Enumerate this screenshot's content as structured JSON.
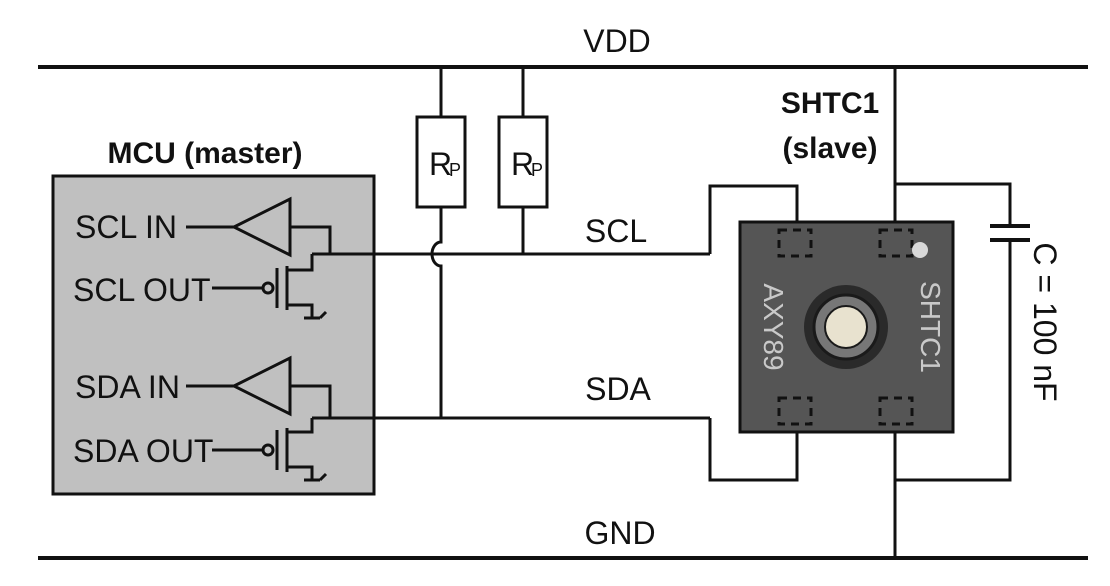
{
  "rails": {
    "vdd": "VDD",
    "gnd": "GND"
  },
  "mcu": {
    "title": "MCU (master)",
    "scl_in": "SCL IN",
    "scl_out": "SCL OUT",
    "sda_in": "SDA IN",
    "sda_out": "SDA OUT"
  },
  "resistors": [
    {
      "label": "R",
      "subscript": "P"
    },
    {
      "label": "R",
      "subscript": "P"
    }
  ],
  "bus": {
    "scl": "SCL",
    "sda": "SDA"
  },
  "sensor": {
    "title_line1": "SHTC1",
    "title_line2": "(slave)",
    "marking_left": "AXY89",
    "marking_right": "SHTC1"
  },
  "capacitor": {
    "label": "C = 100 nF"
  },
  "colors": {
    "mcu_fill": "#c0c0c0",
    "chip_fill": "#555555",
    "chip_ring": "#2a2a2a",
    "chip_lens": "#e8e2cf"
  }
}
